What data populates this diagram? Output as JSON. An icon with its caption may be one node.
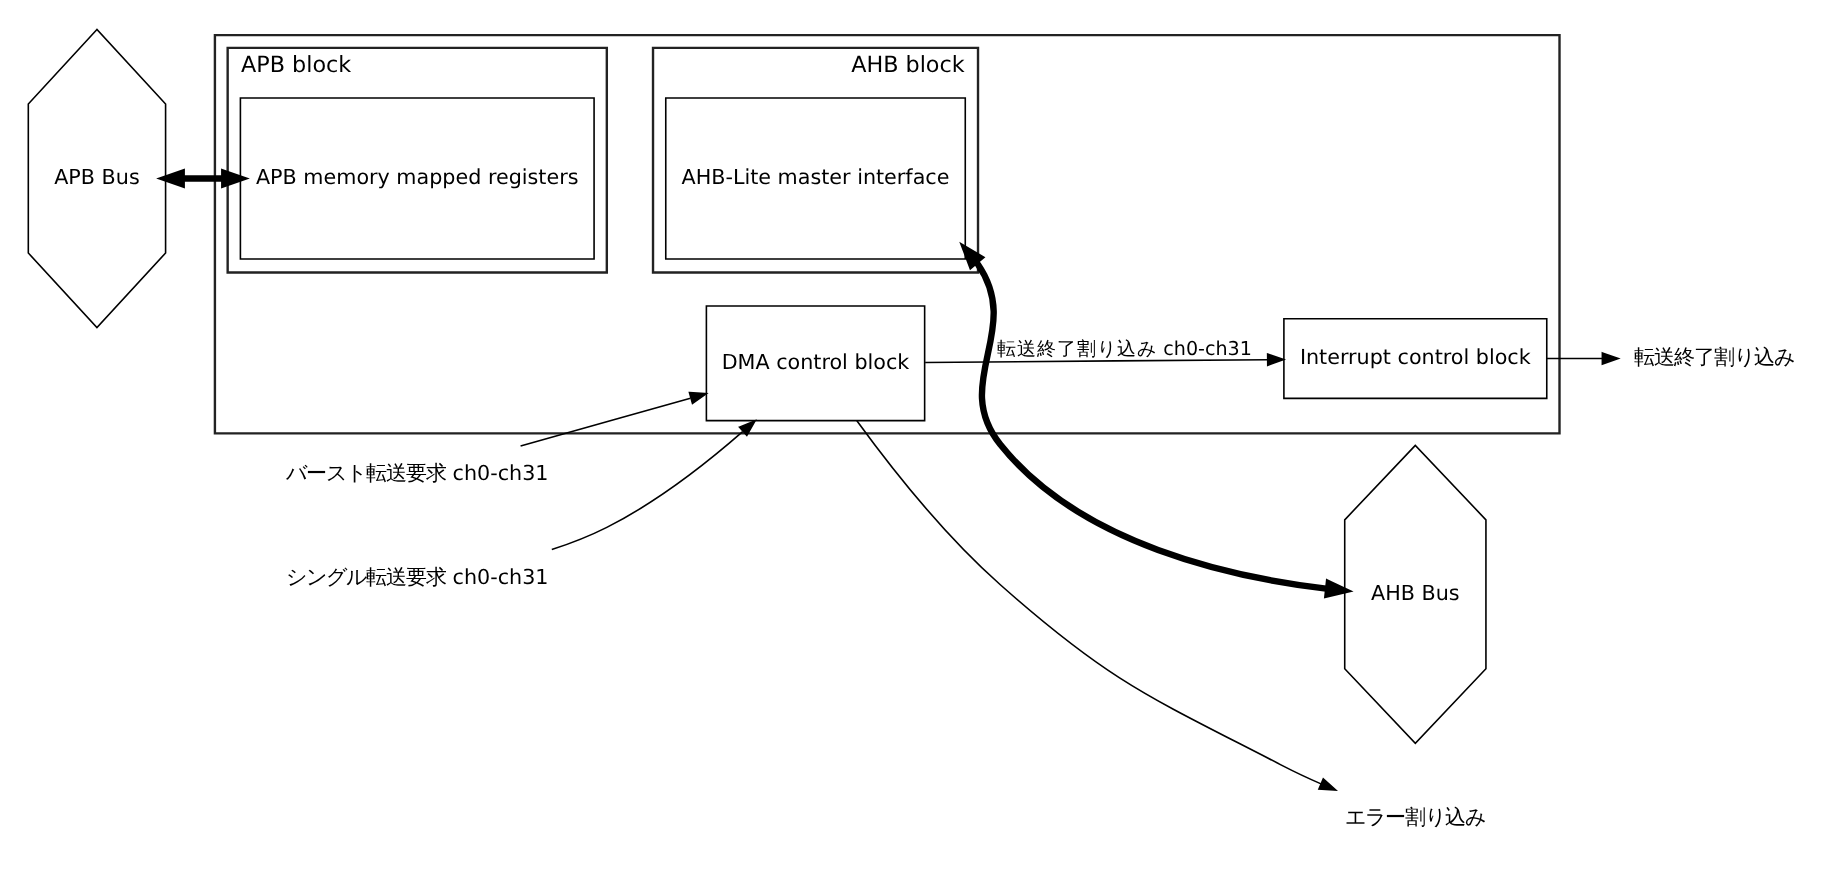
{
  "diagram": {
    "nodes": [
      {
        "text": [
          "APB Bus"
        ]
      },
      {
        "text": [],
        "shape": "box"
      },
      {
        "text": [
          "APB block"
        ],
        "in": 1
      },
      {
        "text": [
          "APB memory mapped registers"
        ],
        "in": 2
      },
      {
        "text": [
          "AHB block"
        ],
        "in": 1
      },
      {
        "text": [
          "AHB-Lite master interface"
        ],
        "in": 4
      },
      {
        "text": [
          "AHB Bus"
        ]
      },
      {
        "text": [
          "バースト転送要求 ch0-ch31"
        ]
      },
      {
        "text": [
          "シングル転送要求 ch0-ch31"
        ]
      },
      {
        "text": [
          "DMA control block"
        ],
        "in": 1
      },
      {
        "text": [
          "Interrupt control block"
        ],
        "in": 1
      },
      {
        "text": [
          "転送終了割り込み"
        ]
      },
      {
        "text": [
          "エラー割り込み"
        ]
      }
    ],
    "edges": [
      {
        "from": 0,
        "to": 3,
        "arrow": "both",
        "style": "thick"
      },
      {
        "from": 5,
        "to": 6,
        "arrow": "both",
        "style": "thick"
      },
      {
        "from": 7,
        "to": 9,
        "arrow": "to"
      },
      {
        "from": 8,
        "to": 9,
        "arrow": "to"
      },
      {
        "from": 9,
        "to": 10,
        "arrow": "to",
        "label": "転送終了割り込み ch0-ch31"
      },
      {
        "from": 10,
        "to": 11,
        "arrow": "to"
      },
      {
        "from": 9,
        "to": 12,
        "arrow": "to"
      }
    ]
  }
}
